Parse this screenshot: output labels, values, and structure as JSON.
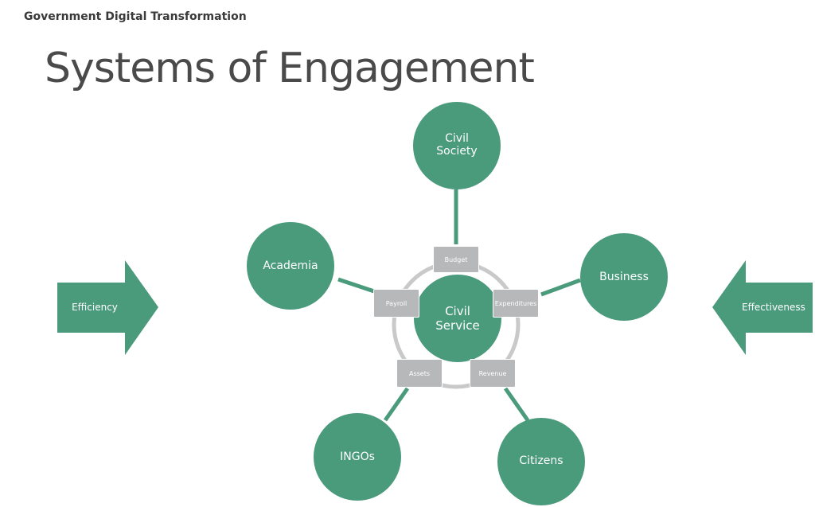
{
  "header": {
    "subtitle": "Government Digital Transformation"
  },
  "slide": {
    "title": "Systems of Engagement"
  },
  "diagram": {
    "center": "Civil\nService",
    "nodes": {
      "civil_society": "Civil\nSociety",
      "business": "Business",
      "citizens": "Citizens",
      "ingos": "INGOs",
      "academia": "Academia"
    },
    "functions": {
      "budget": "Budget",
      "expenditures": "Expenditures",
      "revenue": "Revenue",
      "assets": "Assets",
      "payroll": "Payroll"
    },
    "arrows": {
      "left": "Efficiency",
      "right": "Effectiveness"
    }
  },
  "colors": {
    "node_green": "#4a9a7c",
    "box_gray": "#b7b8ba",
    "ring_gray": "#c9c9c9"
  }
}
